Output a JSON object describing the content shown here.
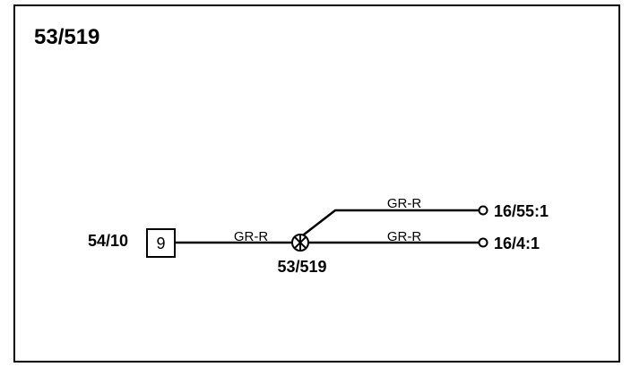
{
  "diagram": {
    "title": "53/519",
    "connector": {
      "label": "54/10",
      "pin": "9"
    },
    "splice": {
      "label": "53/519"
    },
    "wires": {
      "input_color": "GR-R",
      "branch_upper_color": "GR-R",
      "branch_lower_color": "GR-R"
    },
    "terminals": {
      "upper": "16/55:1",
      "lower": "16/4:1"
    },
    "icons": {
      "splice": "splice-cross-circle-icon",
      "terminal": "open-circle-terminal-icon"
    },
    "colors": {
      "line": "#000000",
      "background": "#ffffff"
    }
  }
}
